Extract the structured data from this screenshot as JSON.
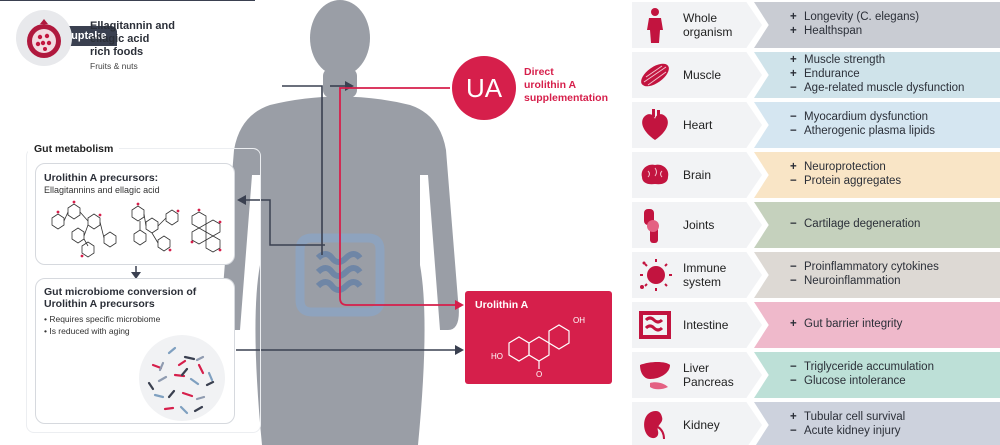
{
  "oral": {
    "tab": "Oral uptake",
    "title": [
      "Ellagitannin and",
      "ellagic acid",
      "rich foods"
    ],
    "subtitle": "Fruits & nuts"
  },
  "gut": {
    "tab": "Gut metabolism",
    "precursors": {
      "title": "Urolithin A precursors:",
      "subtitle": "Ellagitannins and ellagic acid"
    },
    "microbiome": {
      "title": "Gut microbiome conversion of Urolithin A precursors",
      "bullets": [
        "• Requires specific microbiome",
        "• Is reduced with aging"
      ]
    }
  },
  "supplement": {
    "circle_text": "UA",
    "label": [
      "Direct",
      "urolithin A",
      "supplementation"
    ]
  },
  "urolithin": {
    "title": "Urolithin A",
    "oh_left": "HO",
    "oh_right": "OH",
    "ring_o": "O"
  },
  "organs": [
    {
      "name": [
        "Whole",
        "organism"
      ],
      "icon": "human-icon",
      "color": "#c9ccd3",
      "effects": [
        {
          "sign": "+",
          "text": "Longevity (C. elegans)"
        },
        {
          "sign": "+",
          "text": "Healthspan"
        }
      ]
    },
    {
      "name": [
        "Muscle"
      ],
      "icon": "muscle-icon",
      "color": "#cfe3ea",
      "effects": [
        {
          "sign": "+",
          "text": "Muscle strength"
        },
        {
          "sign": "+",
          "text": "Endurance"
        },
        {
          "sign": "−",
          "text": "Age-related muscle dysfunction"
        }
      ]
    },
    {
      "name": [
        "Heart"
      ],
      "icon": "heart-icon",
      "color": "#d5e6f1",
      "effects": [
        {
          "sign": "−",
          "text": "Myocardium dysfunction"
        },
        {
          "sign": "−",
          "text": "Atherogenic plasma lipids"
        }
      ]
    },
    {
      "name": [
        "Brain"
      ],
      "icon": "brain-icon",
      "color": "#f9e5c6",
      "effects": [
        {
          "sign": "+",
          "text": "Neuroprotection"
        },
        {
          "sign": "−",
          "text": "Protein aggregates"
        }
      ]
    },
    {
      "name": [
        "Joints"
      ],
      "icon": "knee-joint-icon",
      "color": "#c5d1bd",
      "effects": [
        {
          "sign": "−",
          "text": "Cartilage degeneration"
        }
      ]
    },
    {
      "name": [
        "Immune",
        "system"
      ],
      "icon": "immune-cell-icon",
      "color": "#ddd9d4",
      "effects": [
        {
          "sign": "−",
          "text": "Proinflammatory cytokines"
        },
        {
          "sign": "−",
          "text": "Neuroinflammation"
        }
      ]
    },
    {
      "name": [
        "Intestine"
      ],
      "icon": "intestine-icon",
      "color": "#efb9cb",
      "effects": [
        {
          "sign": "+",
          "text": "Gut barrier integrity"
        }
      ]
    },
    {
      "name": [
        "Liver",
        "Pancreas"
      ],
      "icon": "liver-icon",
      "color": "#bde0d7",
      "effects": [
        {
          "sign": "−",
          "text": "Triglyceride accumulation"
        },
        {
          "sign": "−",
          "text": "Glucose intolerance"
        }
      ]
    },
    {
      "name": [
        "Kidney"
      ],
      "icon": "kidney-icon",
      "color": "#cdd2dd",
      "effects": [
        {
          "sign": "+",
          "text": "Tubular cell survival"
        },
        {
          "sign": "−",
          "text": "Acute kidney injury"
        }
      ]
    }
  ],
  "colors": {
    "accent": "#d61f4b",
    "body": "#9a9ea6",
    "dark": "#3a4050",
    "intestine_icon": "#c2143f"
  }
}
